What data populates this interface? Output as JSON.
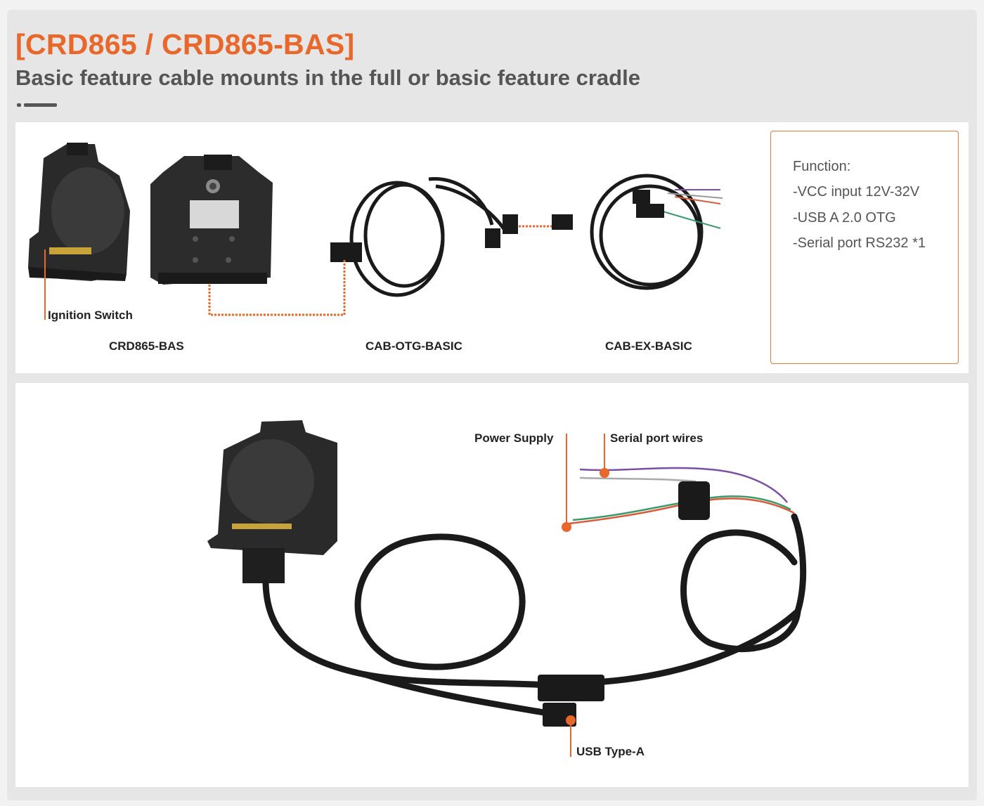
{
  "header": {
    "title": "[CRD865 / CRD865-BAS]",
    "subtitle": "Basic feature cable mounts in the full or basic feature cradle"
  },
  "top_panel": {
    "callout_ignition": "Ignition Switch",
    "products": [
      {
        "label": "CRD865-BAS"
      },
      {
        "label": "CAB-OTG-BASIC"
      },
      {
        "label": "CAB-EX-BASIC"
      }
    ],
    "function_box": {
      "heading": "Function:",
      "items": [
        "-VCC input 12V-32V",
        "-USB A 2.0 OTG",
        "-Serial port RS232 *1"
      ]
    }
  },
  "bottom_panel": {
    "callout_power": "Power Supply",
    "callout_serial": "Serial port wires",
    "callout_usb": "USB Type-A"
  },
  "colors": {
    "accent": "#e8672a",
    "subtitle_gray": "#555555",
    "cable": "#1a1a1a"
  }
}
